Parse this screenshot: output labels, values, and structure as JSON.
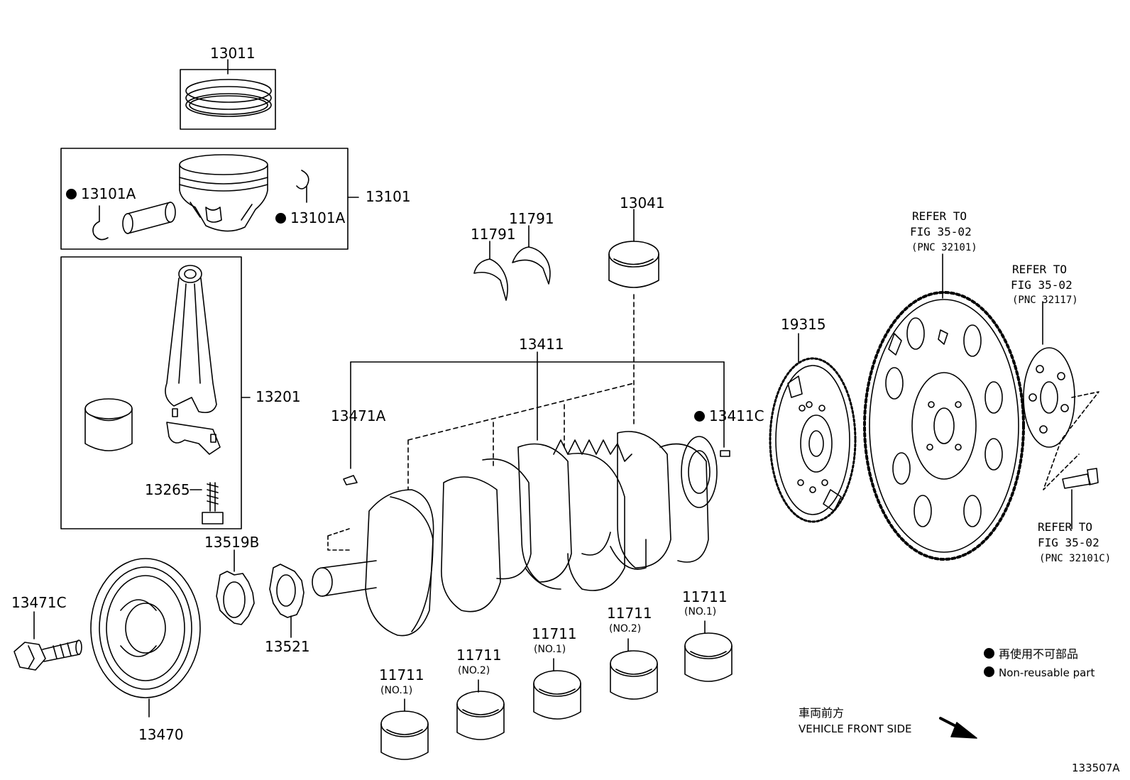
{
  "parts": {
    "piston_ring_set": "13011",
    "piston_sub_assy": "13101",
    "snap_ring_left": "13101A",
    "snap_ring_right": "13101A",
    "connecting_rod": "13201",
    "rod_bolt": "13265",
    "thrust_washer_a": "11791",
    "thrust_washer_b": "11791",
    "rod_bearing": "13041",
    "crankshaft": "13411",
    "pin_a": "13471A",
    "pin_c": "13411C",
    "timing_sprocket_key": "13519B",
    "timing_sprocket": "13521",
    "pulley": "13470",
    "pulley_bolt": "13471C",
    "signal_rotor": "19315",
    "main_bearing_1": "11711",
    "main_bearing_1_sub": "(NO.1)",
    "main_bearing_2": "11711",
    "main_bearing_2_sub": "(NO.2)",
    "main_bearing_3": "11711",
    "main_bearing_3_sub": "(NO.1)",
    "main_bearing_4": "11711",
    "main_bearing_4_sub": "(NO.2)",
    "main_bearing_5": "11711",
    "main_bearing_5_sub": "(NO.1)"
  },
  "refs": {
    "flywheel": {
      "line1": "REFER TO",
      "line2": "FIG 35-02",
      "line3": "(PNC 32101)"
    },
    "plate": {
      "line1": "REFER TO",
      "line2": "FIG 35-02",
      "line3": "(PNC 32117)"
    },
    "bolt": {
      "line1": "REFER TO",
      "line2": "FIG 35-02",
      "line3": "(PNC 32101C)"
    }
  },
  "legend": {
    "jp": "再使用不可部品",
    "en": "Non-reusable part"
  },
  "direction": {
    "jp": "車両前方",
    "en": "VEHICLE FRONT SIDE"
  },
  "figure_id": "133507A"
}
